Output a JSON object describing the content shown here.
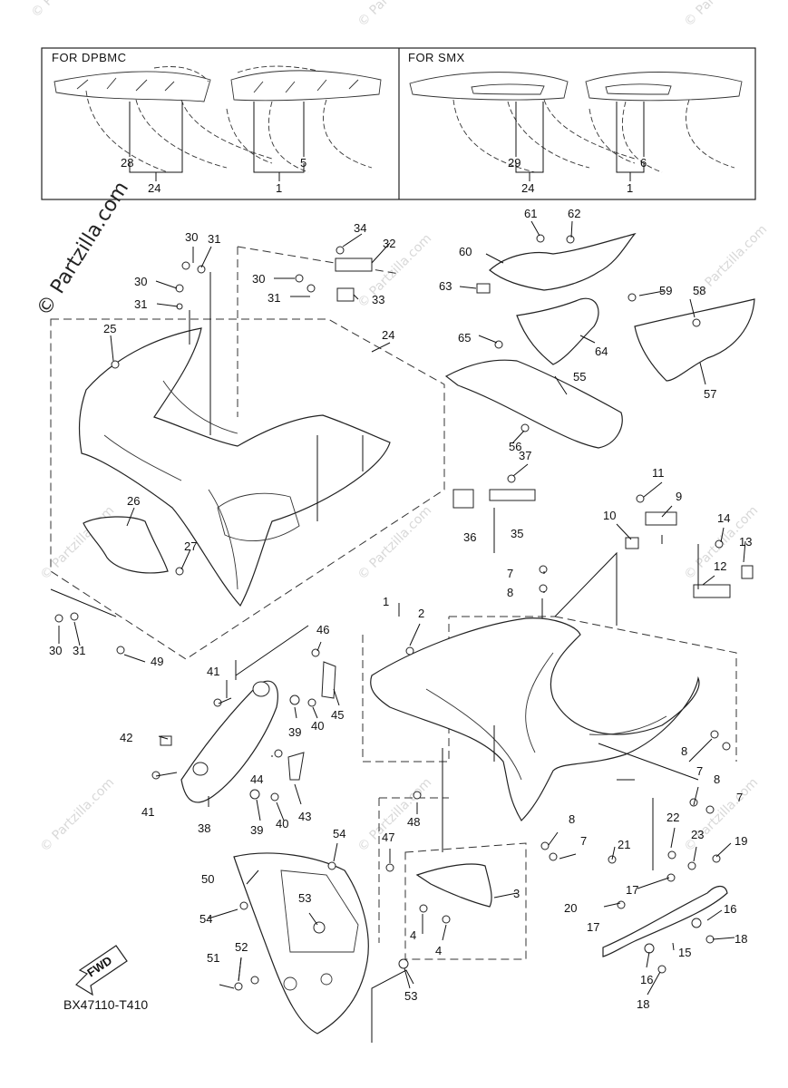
{
  "watermark": {
    "site": "© Partzilla.com"
  },
  "insets": {
    "left_title": "FOR DPBMC",
    "right_title": "FOR SMX"
  },
  "diagram_code": "BX47110-T410",
  "fwd_label": "FWD",
  "callouts": {
    "n1": "1",
    "n2": "2",
    "n3": "3",
    "n4": "4",
    "n5": "5",
    "n6": "6",
    "n7": "7",
    "n8": "8",
    "n9": "9",
    "n10": "10",
    "n11": "11",
    "n12": "12",
    "n13": "13",
    "n14": "14",
    "n15": "15",
    "n16": "16",
    "n17": "17",
    "n18": "18",
    "n19": "19",
    "n20": "20",
    "n21": "21",
    "n22": "22",
    "n23": "23",
    "n24": "24",
    "n25": "25",
    "n26": "26",
    "n27": "27",
    "n28": "28",
    "n29": "29",
    "n30": "30",
    "n31": "31",
    "n32": "32",
    "n33": "33",
    "n34": "34",
    "n35": "35",
    "n36": "36",
    "n37": "37",
    "n38": "38",
    "n39": "39",
    "n40": "40",
    "n41": "41",
    "n42": "42",
    "n43": "43",
    "n44": "44",
    "n45": "45",
    "n46": "46",
    "n47": "47",
    "n48": "48",
    "n49": "49",
    "n50": "50",
    "n51": "51",
    "n52": "52",
    "n53": "53",
    "n54": "54",
    "n55": "55",
    "n56": "56",
    "n57": "57",
    "n58": "58",
    "n59": "59",
    "n60": "60",
    "n61": "61",
    "n62": "62",
    "n63": "63",
    "n64": "64",
    "n65": "65"
  }
}
